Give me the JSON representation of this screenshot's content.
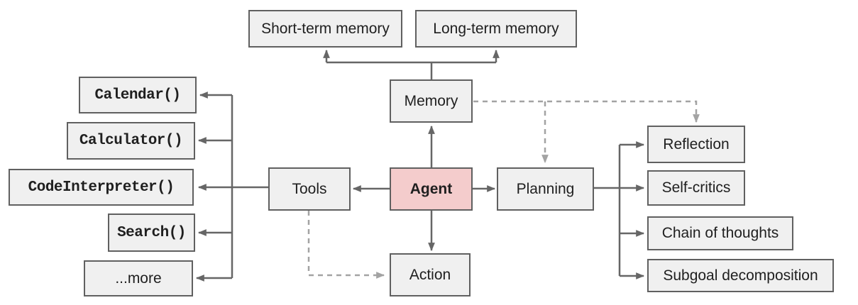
{
  "colors": {
    "background": "#ffffff",
    "node_fill": "#f0f0f0",
    "node_border": "#606060",
    "agent_fill": "#f4cccc",
    "solid_arrow": "#666666",
    "dashed_arrow": "#a3a3a3",
    "text": "#1f1f1f"
  },
  "nodes": {
    "agent": "Agent",
    "memory": "Memory",
    "tools": "Tools",
    "planning": "Planning",
    "action": "Action",
    "short_term_memory": "Short-term memory",
    "long_term_memory": "Long-term memory"
  },
  "tool_items": [
    "Calendar()",
    "Calculator()",
    "CodeInterpreter()",
    "Search()",
    "...more"
  ],
  "planning_items": [
    "Reflection",
    "Self-critics",
    "Chain of thoughts",
    "Subgoal decomposition"
  ]
}
